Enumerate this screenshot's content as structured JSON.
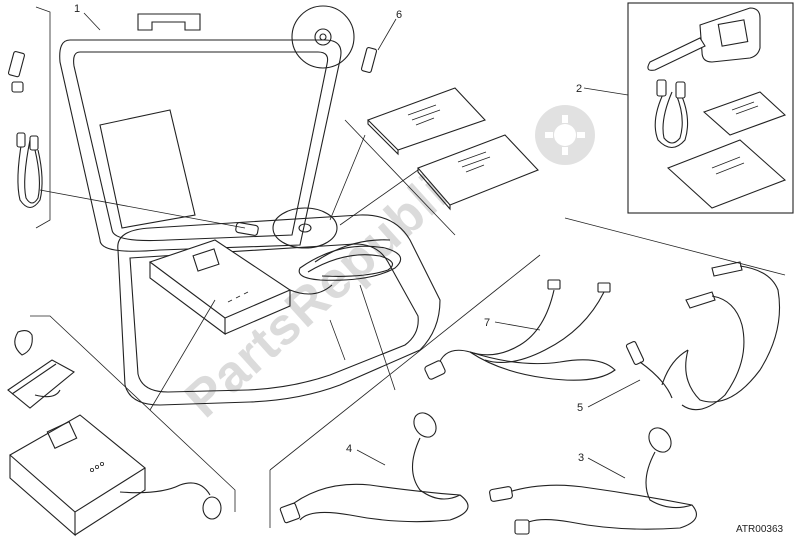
{
  "watermark": {
    "text": "PartsRepublik",
    "icon": "gear-icon"
  },
  "callouts": [
    {
      "id": "1",
      "label": "1"
    },
    {
      "id": "2",
      "label": "2"
    },
    {
      "id": "3",
      "label": "3"
    },
    {
      "id": "4",
      "label": "4"
    },
    {
      "id": "5",
      "label": "5"
    },
    {
      "id": "6",
      "label": "6"
    },
    {
      "id": "7",
      "label": "7"
    }
  ],
  "diagram_code": "ATR00363"
}
